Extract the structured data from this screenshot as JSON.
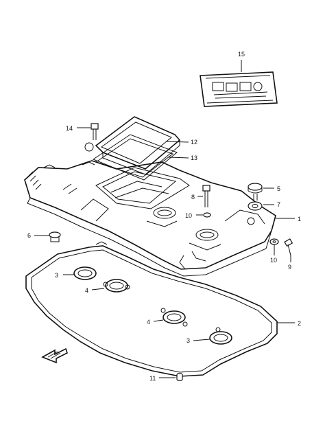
{
  "callouts": {
    "c1": "1",
    "c2": "2",
    "c3a": "3",
    "c3b": "3",
    "c4a": "4",
    "c4b": "4",
    "c5": "5",
    "c6": "6",
    "c7": "7",
    "c8": "8",
    "c9": "9",
    "c10a": "10",
    "c10b": "10",
    "c11": "11",
    "c12": "12",
    "c13": "13",
    "c14": "14",
    "c15": "15"
  }
}
